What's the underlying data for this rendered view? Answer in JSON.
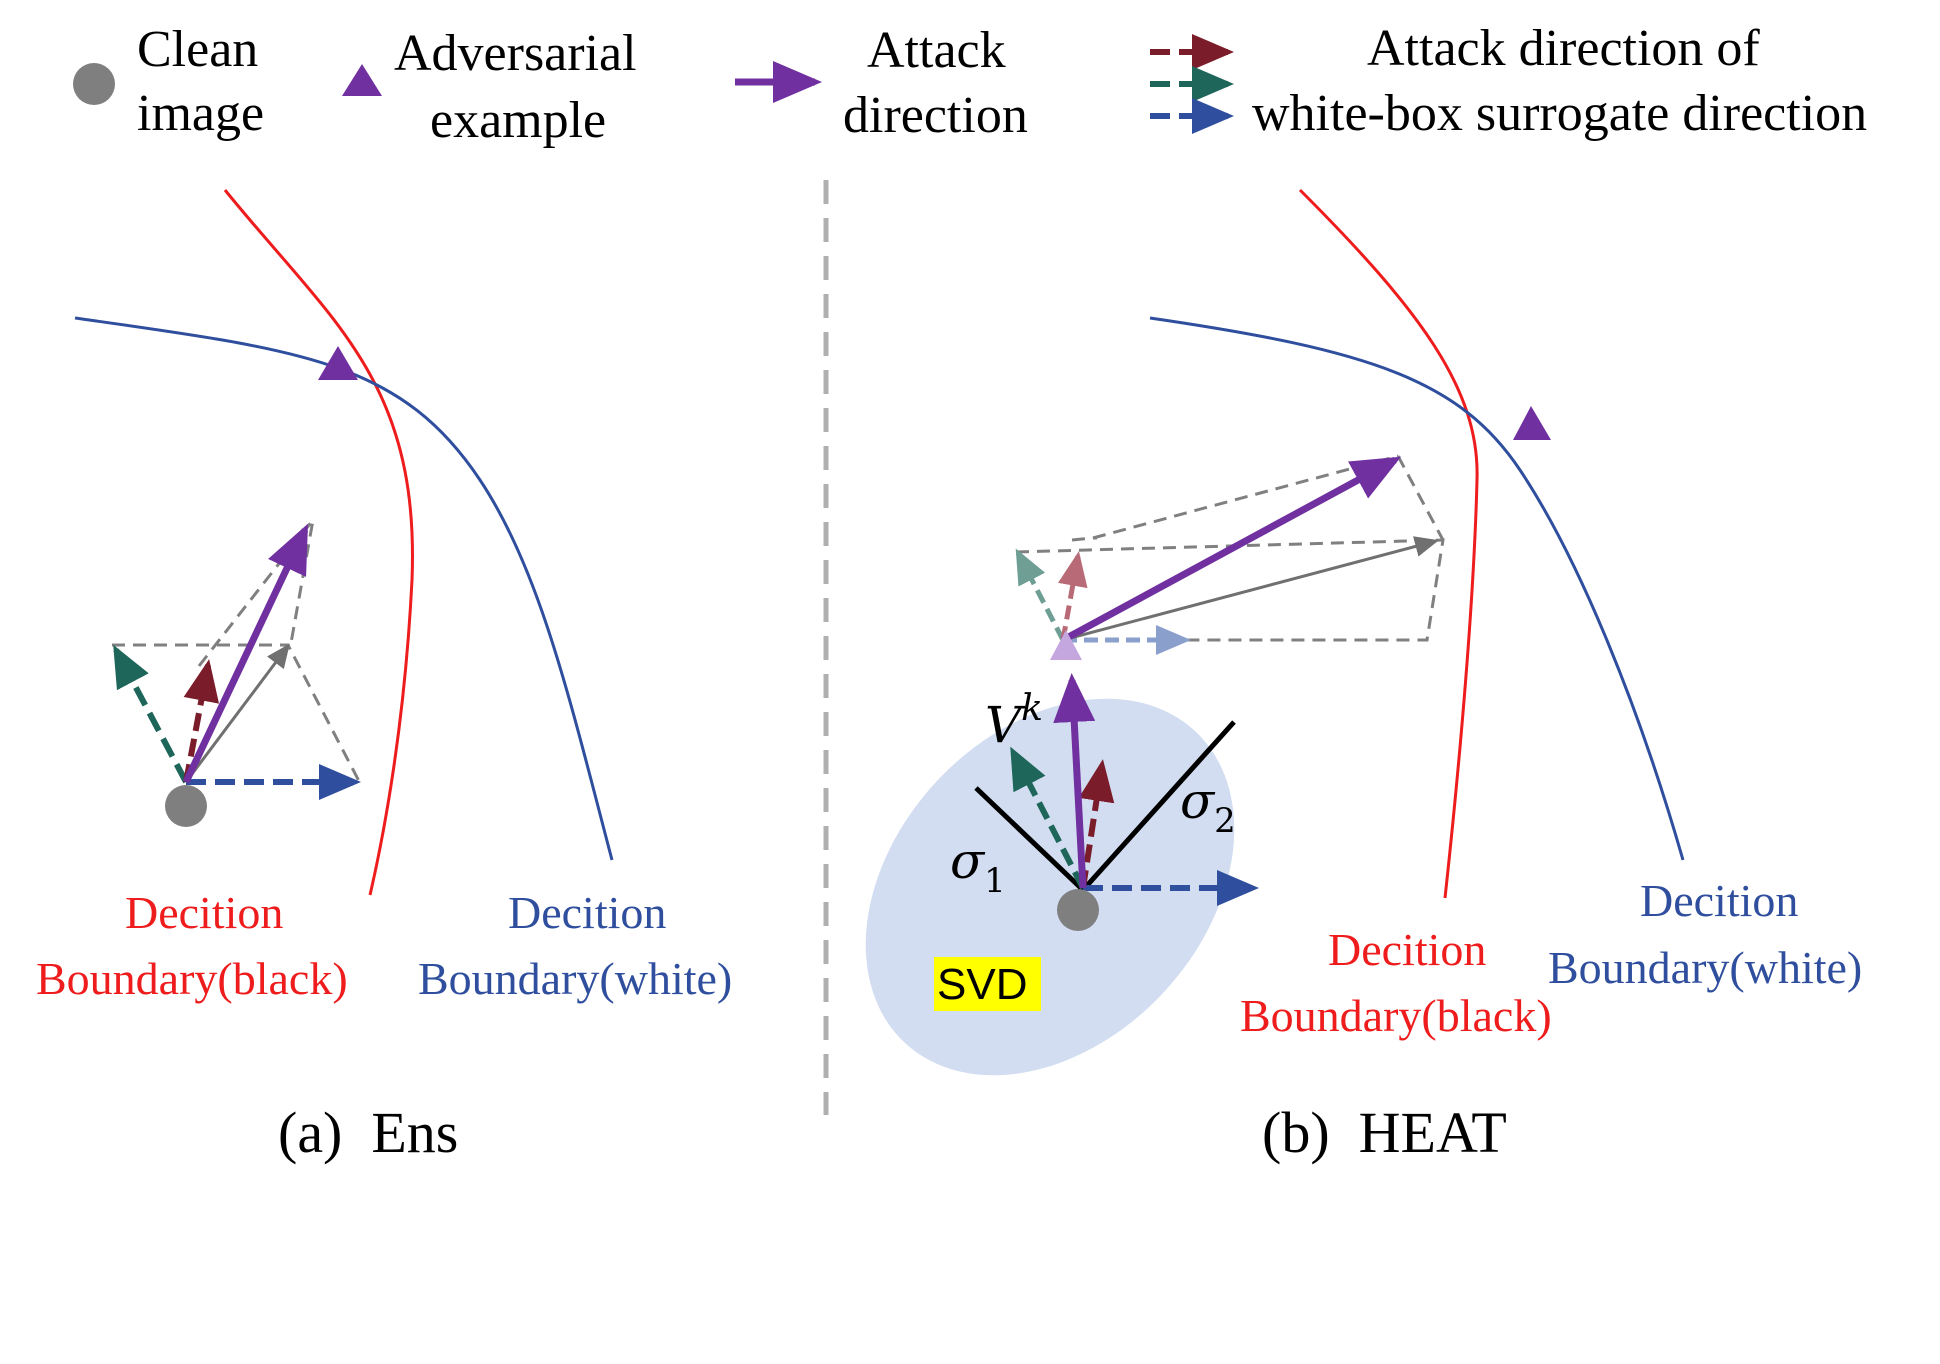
{
  "legend": {
    "clean_line1": "Clean",
    "clean_line2": "image",
    "adv_line1": "Adversarial",
    "adv_line2": "example",
    "attack_line1": "Attack",
    "attack_line2": "direction",
    "surrogate_line1": "Attack direction of",
    "surrogate_line2": "white-box surrogate direction"
  },
  "panel_a": {
    "black_label_line1": "Decition",
    "black_label_line2": "Boundary(black)",
    "white_label_line1": "Decition",
    "white_label_line2": "Boundary(white)",
    "caption": "(a)  Ens"
  },
  "panel_b": {
    "vk_base": "V",
    "vk_sup": "k",
    "sigma1_base": "σ",
    "sigma1_sub": "1",
    "sigma2_base": "σ",
    "sigma2_sub": "2",
    "svd_label": "SVD",
    "black_label_line1": "Decition",
    "black_label_line2": "Boundary(black)",
    "white_label_line1": "Decition",
    "white_label_line2": "Boundary(white)",
    "caption": "(b)  HEAT"
  },
  "colors": {
    "black_boundary": "#ee1c1c",
    "white_boundary": "#2f4f9e",
    "attack": "#7030a0",
    "clean_point": "#7f7f7f",
    "surrogate_red": "#7b1c2a",
    "surrogate_green": "#1e6659",
    "surrogate_blue": "#2f4f9e",
    "svd_fill": "#d2ddf1",
    "svd_highlight": "#ffff00",
    "divider": "#b0b0b0"
  }
}
